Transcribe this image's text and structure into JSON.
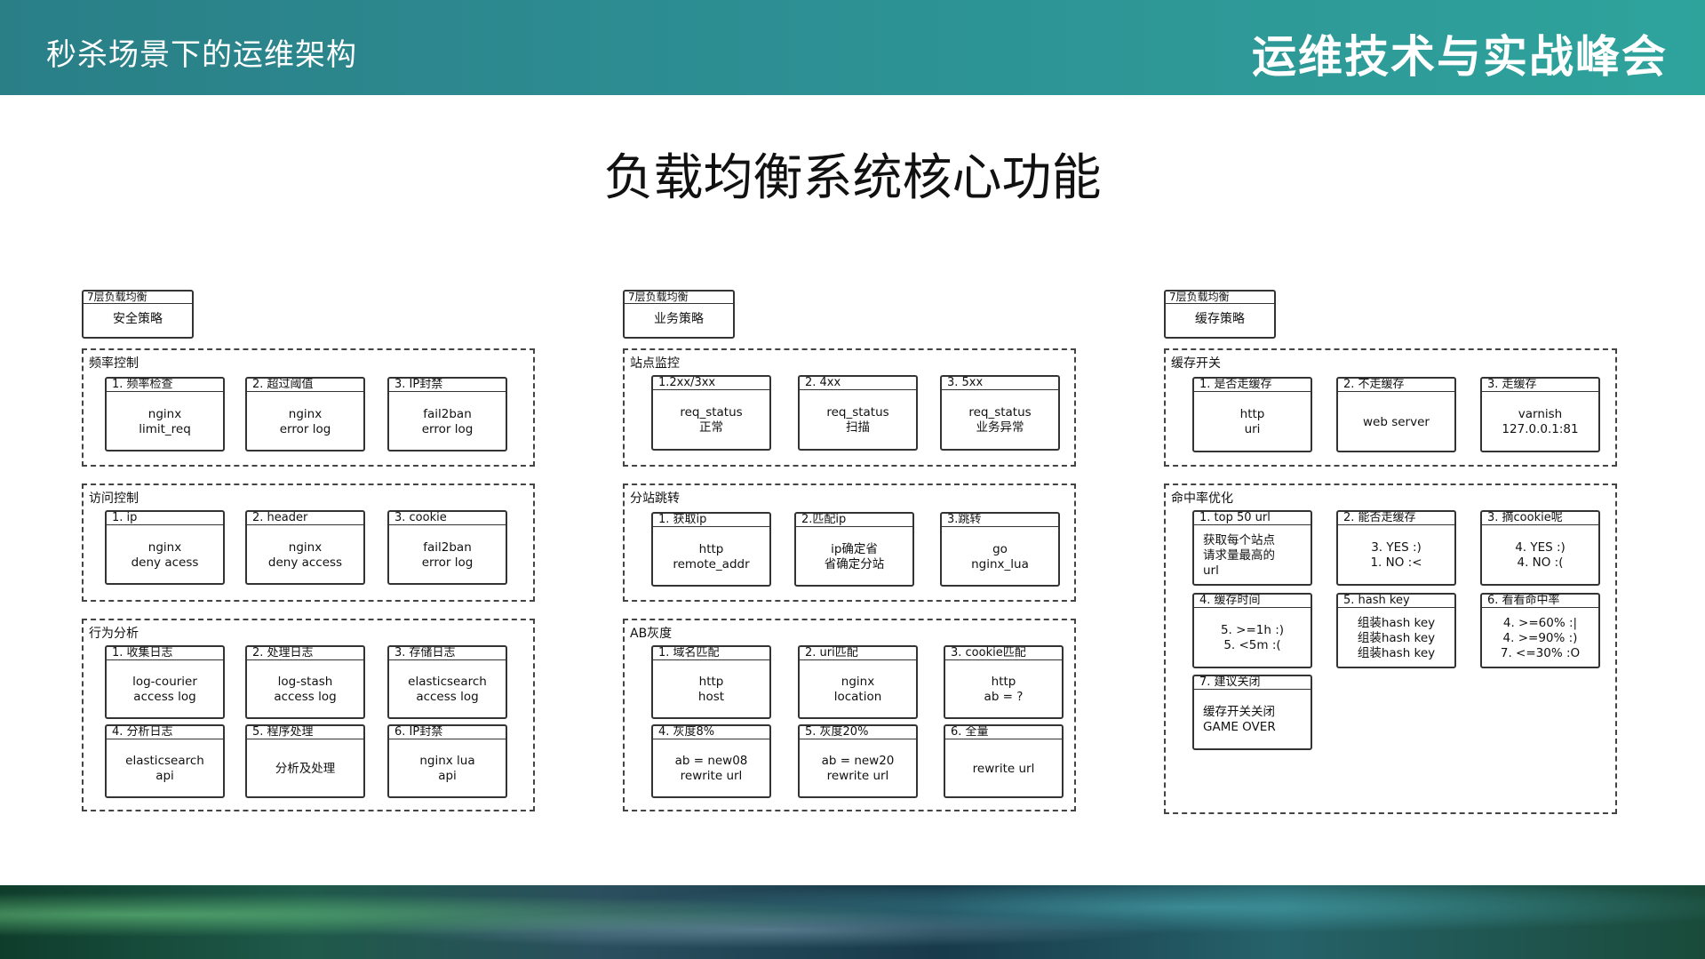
{
  "header": {
    "left_title": "秒杀场景下的运维架构",
    "right_title": "运维技术与实战峰会"
  },
  "page_title": "负载均衡系统核心功能",
  "columns": [
    {
      "tag_top": "7层负载均衡",
      "tag_label": "安全策略",
      "sections": [
        {
          "title": "频率控制",
          "boxes": [
            {
              "title": "1. 频率检查",
              "body": "nginx\nlimit_req"
            },
            {
              "title": "2. 超过阈值",
              "body": "nginx\nerror log"
            },
            {
              "title": "3. IP封禁",
              "body": "fail2ban\nerror log"
            }
          ]
        },
        {
          "title": "访问控制",
          "boxes": [
            {
              "title": "1. ip",
              "body": "nginx\ndeny acess"
            },
            {
              "title": "2. header",
              "body": "nginx\ndeny access"
            },
            {
              "title": "3. cookie",
              "body": "fail2ban\nerror log"
            }
          ]
        },
        {
          "title": "行为分析",
          "boxes": [
            {
              "title": "1. 收集日志",
              "body": "log-courier\naccess log"
            },
            {
              "title": "2. 处理日志",
              "body": "log-stash\naccess log"
            },
            {
              "title": "3. 存储日志",
              "body": "elasticsearch\naccess log"
            },
            {
              "title": "4. 分析日志",
              "body": "elasticsearch\napi"
            },
            {
              "title": "5. 程序处理",
              "body": "分析及处理"
            },
            {
              "title": "6. IP封禁",
              "body": "nginx lua\napi"
            }
          ]
        }
      ]
    },
    {
      "tag_top": "7层负载均衡",
      "tag_label": "业务策略",
      "sections": [
        {
          "title": "站点监控",
          "boxes": [
            {
              "title": "1.2xx/3xx",
              "body": "req_status\n正常"
            },
            {
              "title": "2. 4xx",
              "body": "req_status\n扫描"
            },
            {
              "title": "3. 5xx",
              "body": "req_status\n业务异常"
            }
          ]
        },
        {
          "title": "分站跳转",
          "boxes": [
            {
              "title": "1. 获取ip",
              "body": "http\nremote_addr"
            },
            {
              "title": "2.匹配ip",
              "body": "ip确定省\n省确定分站"
            },
            {
              "title": "3.跳转",
              "body": "go\nnginx_lua"
            }
          ]
        },
        {
          "title": "AB灰度",
          "boxes": [
            {
              "title": "1. 域名匹配",
              "body": "http\nhost"
            },
            {
              "title": "2. uri匹配",
              "body": "nginx\nlocation"
            },
            {
              "title": "3. cookie匹配",
              "body": "http\nab = ?"
            },
            {
              "title": "4. 灰度8%",
              "body": "ab = new08\nrewrite url"
            },
            {
              "title": "5. 灰度20%",
              "body": "ab = new20\nrewrite url"
            },
            {
              "title": "6. 全量",
              "body": "rewrite url"
            }
          ]
        }
      ]
    },
    {
      "tag_top": "7层负载均衡",
      "tag_label": "缓存策略",
      "sections": [
        {
          "title": "缓存开关",
          "boxes": [
            {
              "title": "1. 是否走缓存",
              "body": "http\nuri"
            },
            {
              "title": "2. 不走缓存",
              "body": "web server"
            },
            {
              "title": "3. 走缓存",
              "body": "varnish\n127.0.0.1:81"
            }
          ]
        },
        {
          "title": "命中率优化",
          "boxes": [
            {
              "title": "1. top 50 url",
              "body": "获取每个站点\n请求量最高的\nurl"
            },
            {
              "title": "2. 能否走缓存",
              "body": "3. YES :)\n1. NO :<"
            },
            {
              "title": "3. 摘cookie呢",
              "body": "4. YES :)\n4. NO :("
            },
            {
              "title": "4. 缓存时间",
              "body": "5. >=1h :)\n5. <5m :("
            },
            {
              "title": "5. hash key",
              "body": "组装hash key\n组装hash key\n组装hash key"
            },
            {
              "title": "6. 看看命中率",
              "body": "4. >=60% :|\n4. >=90% :)\n7. <=30% :O"
            },
            {
              "title": "7. 建议关闭",
              "body": "缓存开关关闭\nGAME OVER"
            }
          ]
        }
      ]
    }
  ]
}
